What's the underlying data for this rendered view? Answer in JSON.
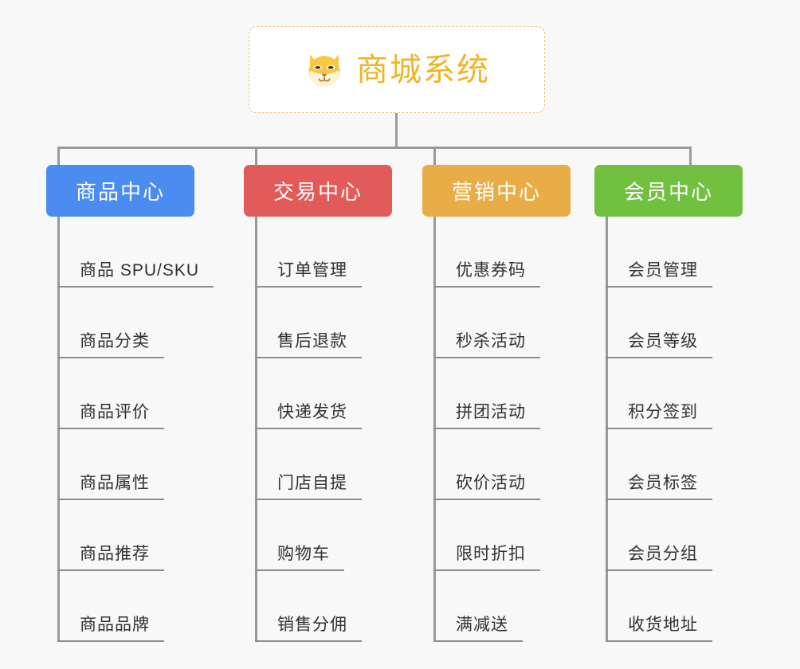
{
  "diagram": {
    "type": "org-chart",
    "background_color": "#f8f8f8",
    "connector_color": "#9a9a9a",
    "root": {
      "title": "商城系统",
      "icon": "shiba-dog-face-icon",
      "text_color": "#f0b429",
      "border_color": "#f0c070",
      "background_color": "#ffffff"
    },
    "branches": [
      {
        "label": "商品中心",
        "color": "#4a8cf0",
        "items": [
          "商品 SPU/SKU",
          "商品分类",
          "商品评价",
          "商品属性",
          "商品推荐",
          "商品品牌"
        ]
      },
      {
        "label": "交易中心",
        "color": "#e15b5b",
        "items": [
          "订单管理",
          "售后退款",
          "快递发货",
          "门店自提",
          "购物车",
          "销售分佣"
        ]
      },
      {
        "label": "营销中心",
        "color": "#e8ad46",
        "items": [
          "优惠券码",
          "秒杀活动",
          "拼团活动",
          "砍价活动",
          "限时折扣",
          "满减送"
        ]
      },
      {
        "label": "会员中心",
        "color": "#72c040",
        "items": [
          "会员管理",
          "会员等级",
          "积分签到",
          "会员标签",
          "会员分组",
          "收货地址"
        ]
      }
    ]
  }
}
